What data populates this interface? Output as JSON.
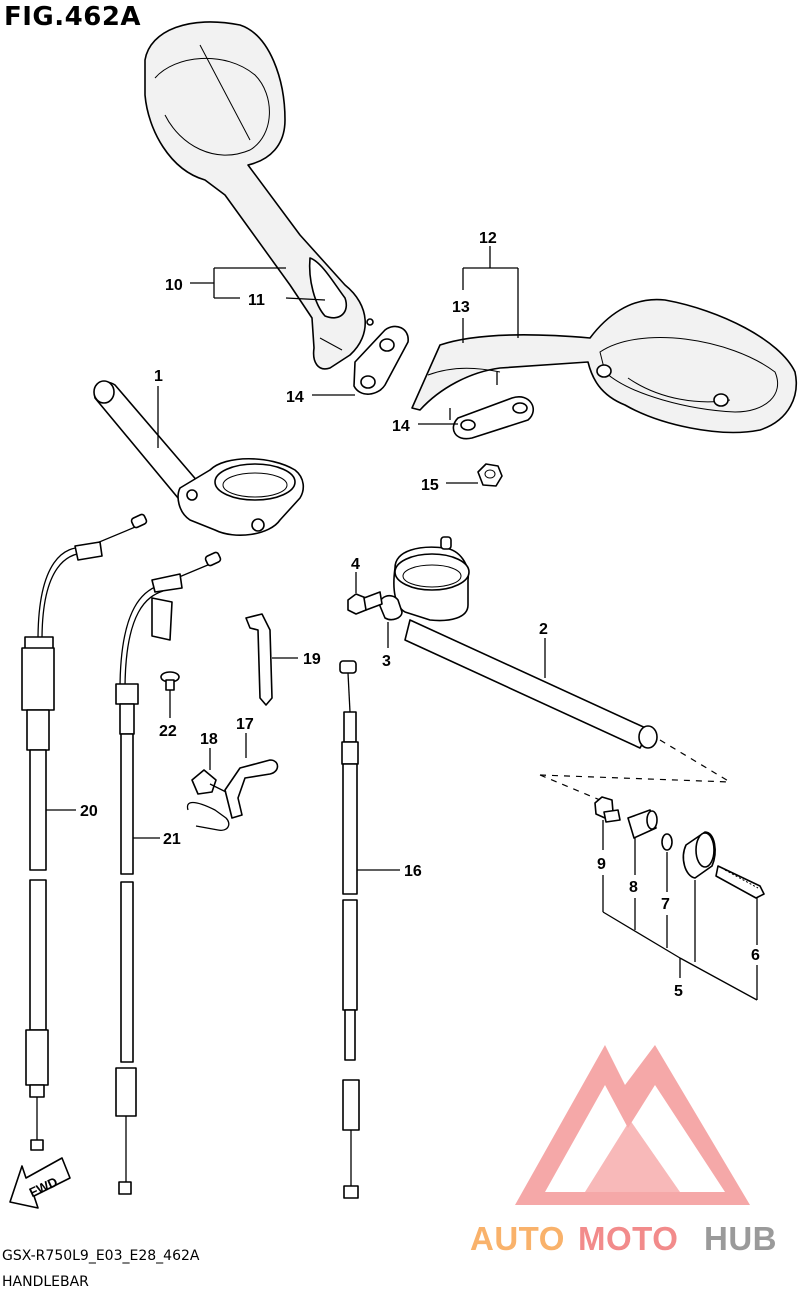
{
  "figure": {
    "title": "FIG.462A",
    "model_code": "GSX-R750L9_E03_E28_462A",
    "section_name": "HANDLEBAR"
  },
  "callouts": {
    "c1": "1",
    "c2": "2",
    "c3": "3",
    "c4": "4",
    "c5": "5",
    "c6": "6",
    "c7": "7",
    "c8": "8",
    "c9": "9",
    "c10": "10",
    "c11": "11",
    "c12": "12",
    "c13": "13",
    "c14a": "14",
    "c14b": "14",
    "c15": "15",
    "c16": "16",
    "c17": "17",
    "c18": "18",
    "c19": "19",
    "c20": "20",
    "c21": "21",
    "c22": "22"
  },
  "fwd_label": "FWD",
  "watermark": {
    "part1": "AUTO",
    "part2": "MOTO",
    "part3": "HUB",
    "color_orange": "#f9b26b",
    "color_red": "#f28b8b",
    "color_grey": "#9a9a9a"
  }
}
